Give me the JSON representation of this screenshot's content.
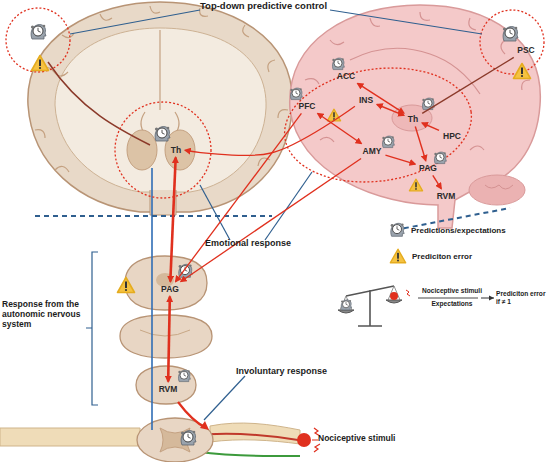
{
  "diagram": {
    "nodes": [
      {
        "text": [
          "Th"
        ]
      },
      {
        "text": [
          "ACC"
        ]
      },
      {
        "text": [
          "PSC"
        ]
      },
      {
        "text": [
          "PFC"
        ]
      },
      {
        "text": [
          "INS"
        ]
      },
      {
        "text": [
          "Th"
        ]
      },
      {
        "text": [
          "HPC"
        ]
      },
      {
        "text": [
          "AMY"
        ]
      },
      {
        "text": [
          "PAG"
        ]
      },
      {
        "text": [
          "RVM"
        ]
      },
      {
        "text": [
          "PAG"
        ]
      },
      {
        "text": [
          "RVM"
        ]
      }
    ],
    "edges": [
      {
        "from": 0,
        "to": 10,
        "arrow": "both"
      },
      {
        "from": 10,
        "to": 11,
        "arrow": "both"
      },
      {
        "from": 3,
        "to": 7,
        "arrow": "both"
      },
      {
        "from": 4,
        "to": 5,
        "arrow": "both"
      },
      {
        "from": 1,
        "to": 5,
        "arrow": "both"
      },
      {
        "from": 5,
        "to": 8,
        "arrow": "to"
      },
      {
        "from": 8,
        "to": 9,
        "arrow": "to"
      },
      {
        "from": 7,
        "to": 8,
        "arrow": "to"
      },
      {
        "from": 6,
        "to": 5,
        "arrow": "to"
      },
      {
        "from": 2,
        "to": 5,
        "arrow": "none"
      },
      {
        "from": 3,
        "to": 10,
        "arrow": "to"
      },
      {
        "from": 7,
        "to": 10,
        "arrow": "to"
      },
      {
        "from": 4,
        "to": 0,
        "arrow": "to"
      }
    ],
    "labels": [
      "Top-down predictive control",
      "Emotional response",
      "Response from the autonomic nervous system",
      "Involuntary response",
      "Nociceptive stimuli",
      "Nociceptive stimuli",
      "Expectations",
      "Prediciton error if ≠ 1"
    ],
    "legend": [
      {
        "text": "Predictions/expectations"
      },
      {
        "text": "Prediciton error"
      }
    ]
  }
}
